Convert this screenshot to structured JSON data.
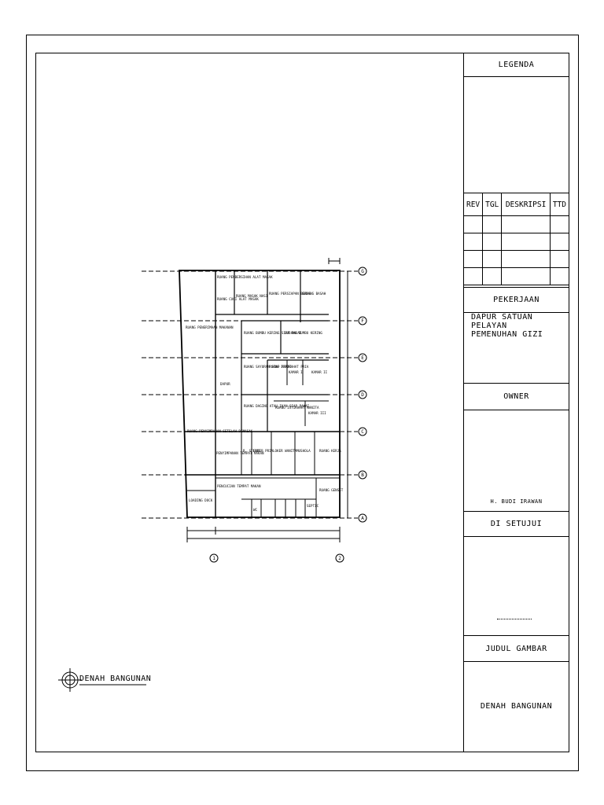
{
  "title_block": {
    "legend_label": "LEGENDA",
    "rev_table": {
      "headers": [
        "REV",
        "TGL",
        "DESKRIPSI",
        "TTD"
      ],
      "rows": [
        [
          "",
          "",
          "",
          ""
        ],
        [
          "",
          "",
          "",
          ""
        ],
        [
          "",
          "",
          "",
          ""
        ],
        [
          "",
          "",
          "",
          ""
        ]
      ]
    },
    "project_label": "PEKERJAAN",
    "project_name_line1": "DAPUR SATUAN PELAYAN",
    "project_name_line2": "PEMENUHAN GIZI",
    "owner_label": "OWNER",
    "owner_name": "H. BUDI IRAWAN",
    "approved_label": "DI SETUJUI",
    "drawing_title_label": "JUDUL GAMBAR",
    "drawing_title": "DENAH BANGUNAN"
  },
  "note": {
    "label": "DENAH BANGUNAN"
  },
  "plan": {
    "grid_rows": [
      "G",
      "F",
      "E",
      "D",
      "C",
      "B",
      "A"
    ],
    "grid_cols": [
      "1",
      "2"
    ],
    "rooms": {
      "ruang_pembersihan": "RUANG PEMBERSIHAN ALAT MASAK",
      "ruang_cuci": "RUANG CUCI ALAT MASAK",
      "ruang_masak": "RUANG MASAK NASI",
      "ruang_persiapan": "RUANG PERSIAPAN BERAS",
      "gudang_basah": "GUDANG BASAH",
      "ruang_penerimaan": "RUANG PENERIMAAN MAKANAN",
      "ruang_bumbu": "RUANG BUMBU KERING SIAP PAKAI",
      "gudang_bumbu": "GUDANG BUMBU KERING",
      "dapur": "DAPUR",
      "ruang_sayuran": "RUANG SAYURAN SIAP PAKAI",
      "ruang_istirahat_pria": "RUANG ISTIRAHAT PRIA",
      "kamar_1": "KAMAR I",
      "kamar_2": "KAMAR II",
      "kamar_3": "KAMAR III",
      "ruang_daging": "RUANG DAGING ATAU IKAN SIAP PAKAI",
      "ruang_istirahat_wanita": "RUANG ISTIRAHAT WANITA",
      "ruang_penyimpanan": "RUANG PENYIMPANAN SETELAH DIMASAK",
      "penyimpanan_tempat": "PENYIMPANAN TEMPAT MAKAN",
      "r_steril": "R. STERIL",
      "loker_pria": "LOKER PRIA",
      "loker_wanita": "LOKER WANITA",
      "mushola": "MUSHOLA",
      "ruang_kerja": "RUANG KERJA",
      "loading_dock": "LOADING DOCK",
      "pencucian": "PENCUCIAN TEMPAT MAKAN",
      "ruang_genset": "RUANG GENSET",
      "wc": "WC",
      "septic": "SEPTIC"
    }
  }
}
